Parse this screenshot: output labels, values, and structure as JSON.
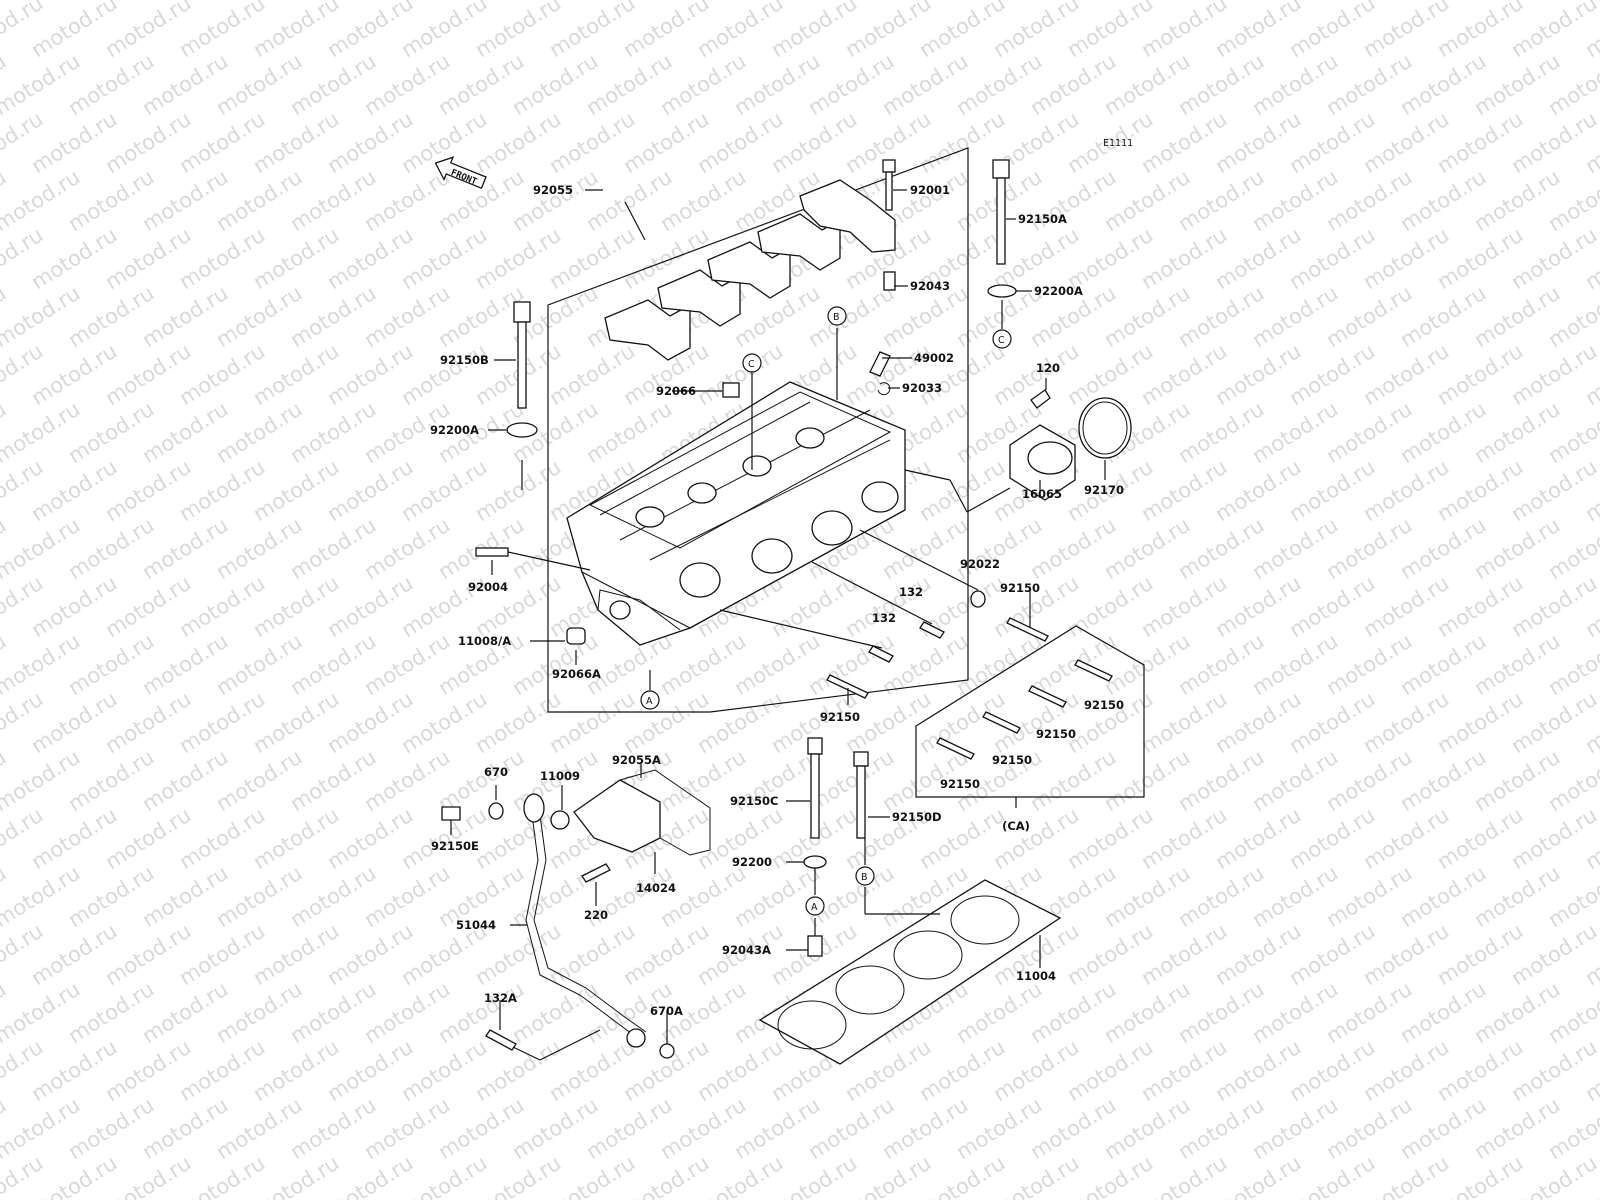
{
  "diagram_code": "E1111",
  "front_arrow_text": "FRONT",
  "watermark_text": "motod.ru",
  "labels": {
    "p92055": "92055",
    "p92001": "92001",
    "p92150A": "92150A",
    "p92043": "92043",
    "p92200A_r": "92200A",
    "p49002": "49002",
    "p92150B": "92150B",
    "p92066": "92066",
    "p92033": "92033",
    "p120": "120",
    "p92200A_l": "92200A",
    "p92170": "92170",
    "p16065": "16065",
    "p92004": "92004",
    "p92022": "92022",
    "p132_a": "132",
    "p92150_a": "92150",
    "p132_b": "132",
    "p11008A": "11008/A",
    "p92066A": "92066A",
    "p92150_b": "92150",
    "p92150_c": "92150",
    "p92150_d": "92150",
    "p92150_e": "92150",
    "p92150_f": "92150",
    "p670": "670",
    "p11009": "11009",
    "p92055A": "92055A",
    "p92150C": "92150C",
    "p92150D": "92150D",
    "p92150E": "92150E",
    "p14024": "14024",
    "p92200": "92200",
    "p220": "220",
    "p51044": "51044",
    "p92043A": "92043A",
    "p11004": "11004",
    "p132A": "132A",
    "p670A": "670A",
    "pCA": "(CA)"
  },
  "refs": {
    "A": "A",
    "B": "B",
    "C": "C"
  }
}
